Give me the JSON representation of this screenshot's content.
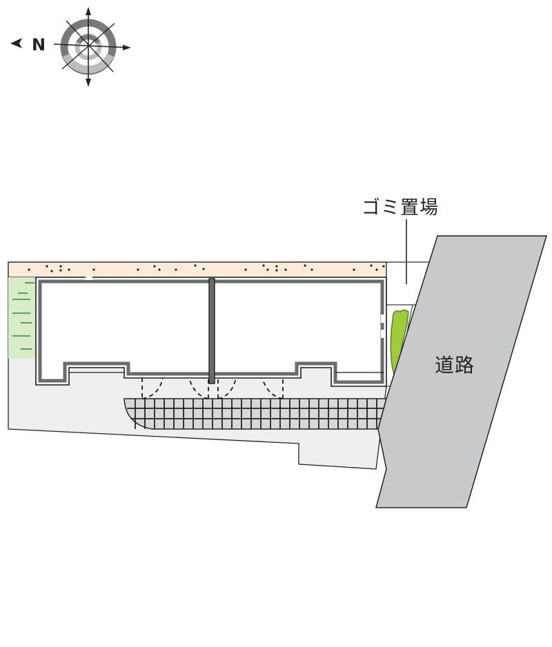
{
  "compass": {
    "north_label": "N",
    "arrow": "arrow-left",
    "icon": "compass-rose-icon"
  },
  "labels": {
    "garbage_area": "ゴミ置場",
    "road": "道路"
  },
  "colors": {
    "road": "#c8c9cb",
    "ground": "#efefef",
    "path_sand": "#fdebd9",
    "lawn": "#d9ecc9",
    "lawn_grass": "#2e8b3c",
    "shrub": "#9ccb3b",
    "wall": "#6b6b6b",
    "outline": "#1a1a1a",
    "paving": "#d8d8d8"
  },
  "building": {
    "units": 2
  }
}
